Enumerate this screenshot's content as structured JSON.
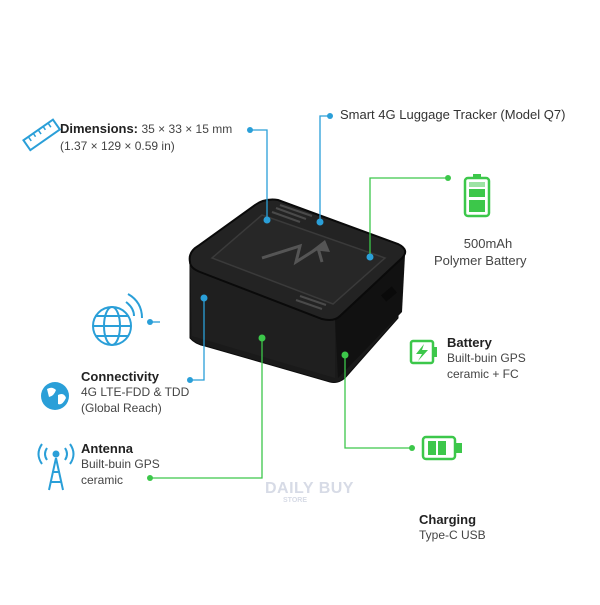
{
  "product": {
    "title": "Smart 4G Luggage Tracker (Model Q7)"
  },
  "dimensions": {
    "label": "Dimensions:",
    "value": "35 × 33 × 15 mm",
    "inches": "(1.37 × 129 × 0.59 in)"
  },
  "capacity": {
    "line1": "500mAh",
    "line2": "Polymer Battery"
  },
  "battery": {
    "title": "Battery",
    "line1": "Built-buin GPS",
    "line2": "ceramic + FC"
  },
  "connectivity": {
    "title": "Connectivity",
    "line1": "4G LTE-FDD & TDD",
    "line2": "(Global Reach)"
  },
  "antenna": {
    "title": "Antenna",
    "line1": "Built-buin GPS",
    "line2": "ceramic"
  },
  "charging": {
    "title": "Charging",
    "line1": "Type-C USB"
  },
  "watermark": {
    "brand": "DAILY BUY",
    "sub": "STORE"
  },
  "colors": {
    "accent_blue": "#2a9fd8",
    "accent_green": "#3cc74a",
    "device": "#1c1c1c"
  },
  "icons": [
    "ruler-icon",
    "battery-level-icon",
    "globe-signal-icon",
    "battery-charge-icon",
    "globe-icon",
    "antenna-icon",
    "usb-charger-icon"
  ]
}
